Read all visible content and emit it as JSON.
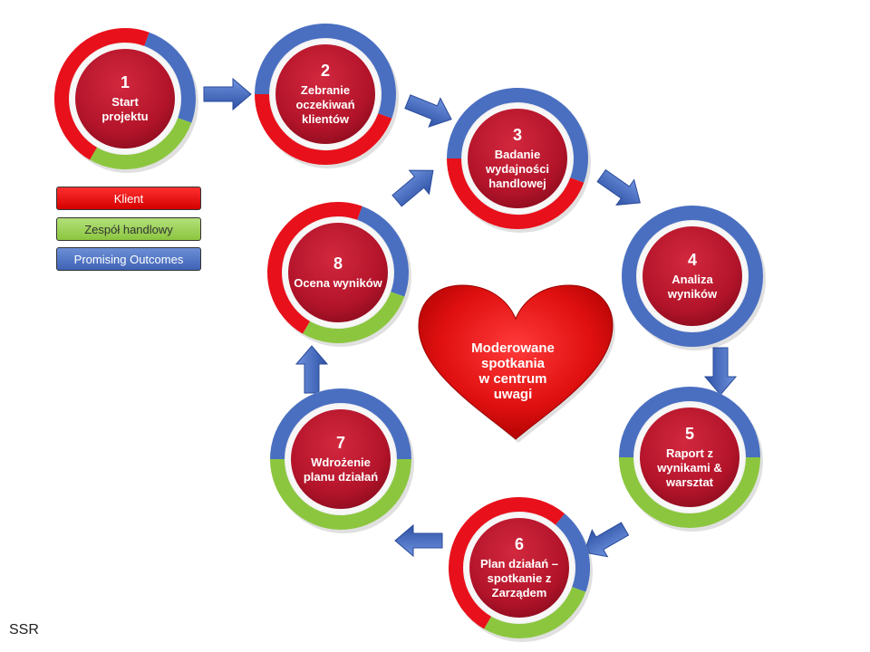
{
  "legend": [
    {
      "label": "Klient",
      "color": "#e8101a"
    },
    {
      "label": "Zespół handlowy",
      "color": "#8cc63f"
    },
    {
      "label": "Promising Outcomes",
      "color": "#4a6fc1"
    }
  ],
  "center": {
    "lines": [
      "Moderowane",
      "spotkania",
      "w centrum",
      "uwagi"
    ]
  },
  "steps": [
    {
      "number": "1",
      "lines": [
        "Start",
        "projektu"
      ]
    },
    {
      "number": "2",
      "lines": [
        "Zebranie",
        "oczekiwań",
        "klientów"
      ]
    },
    {
      "number": "3",
      "lines": [
        "Badanie",
        "wydajności",
        "handlowej"
      ]
    },
    {
      "number": "4",
      "lines": [
        "Analiza",
        "wyników"
      ]
    },
    {
      "number": "5",
      "lines": [
        "Raport z",
        "wynikami &",
        "warsztat"
      ]
    },
    {
      "number": "6",
      "lines": [
        "Plan działań –",
        "spotkanie z",
        "Zarządem"
      ]
    },
    {
      "number": "7",
      "lines": [
        "Wdrożenie",
        "planu działań"
      ]
    },
    {
      "number": "8",
      "lines": [
        "Ocena wyników"
      ]
    }
  ],
  "footer": "SSR",
  "colors": {
    "red": "#e8101a",
    "green": "#8cc63f",
    "blue": "#4a6fc1",
    "disc": "#b3142a"
  }
}
